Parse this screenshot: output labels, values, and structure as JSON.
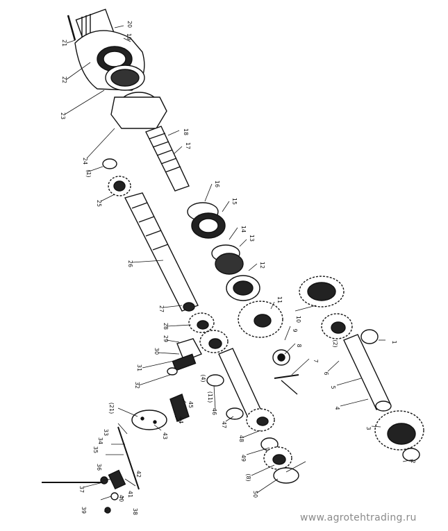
{
  "diagram": {
    "callouts": [
      "1",
      "2",
      "3",
      "4",
      "5",
      "6",
      "7",
      "8",
      "9",
      "10",
      "11",
      "12",
      "13",
      "14",
      "15",
      "16",
      "17",
      "18",
      "19",
      "20",
      "21",
      "22",
      "23",
      "24",
      "25",
      "26",
      "27",
      "28",
      "29",
      "30",
      "31",
      "32",
      "33",
      "34",
      "35",
      "36",
      "37",
      "38",
      "39",
      "40",
      "41",
      "42",
      "43",
      "44",
      "45",
      "46",
      "47",
      "48",
      "49",
      "50",
      "(2)",
      "(1)",
      "(4)",
      "(11)",
      "(8)",
      "(21)"
    ]
  },
  "watermark": "www.agrotehtrading.ru"
}
